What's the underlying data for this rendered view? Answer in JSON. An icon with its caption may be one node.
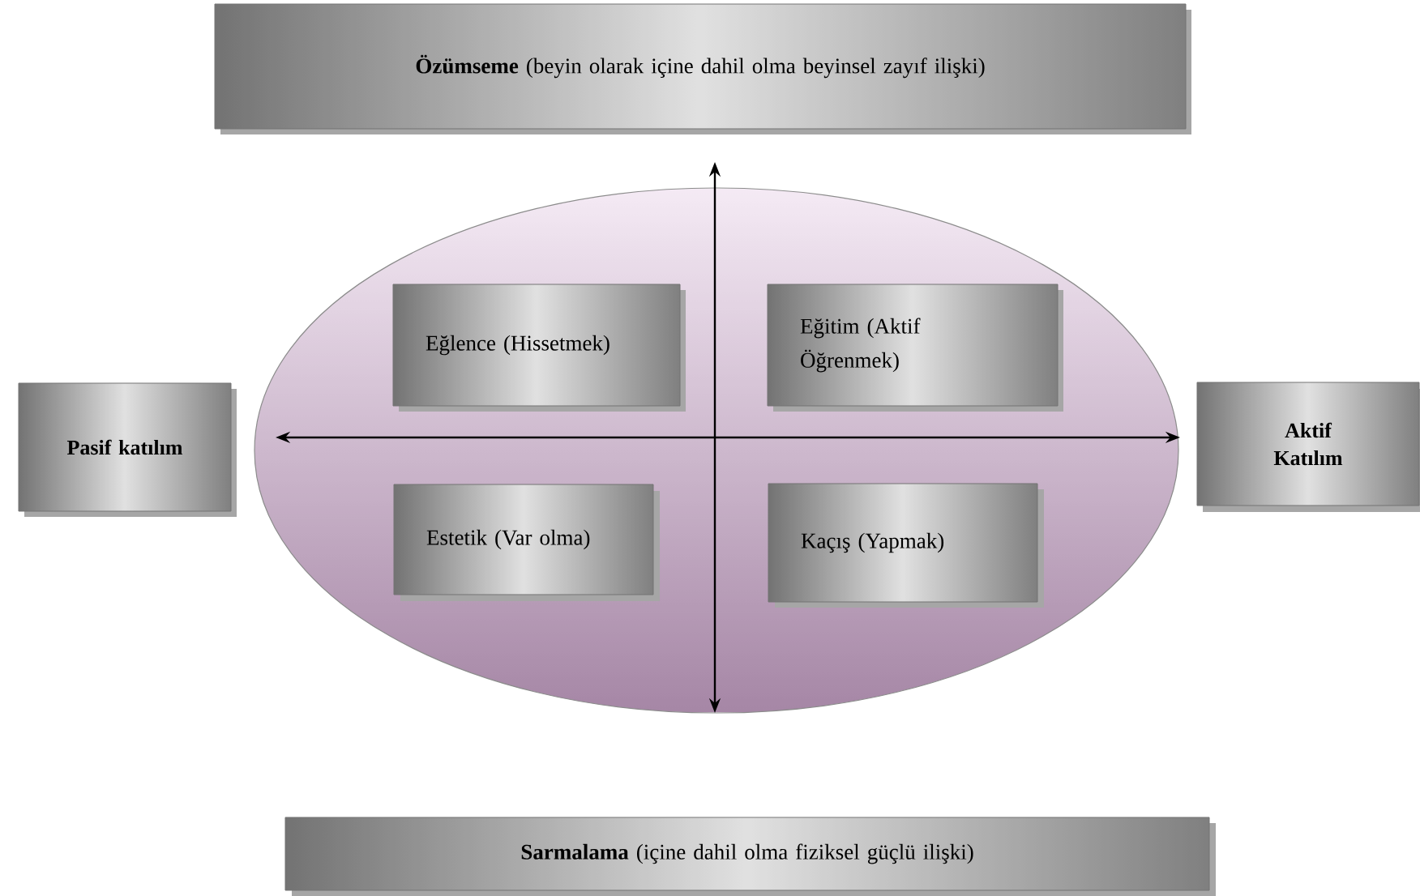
{
  "diagram": {
    "nodes": [
      {
        "text": [
          "**Özümseme** (beyin olarak içine dahil olma beyinsel zayıf ilişki)"
        ]
      },
      {
        "text": [
          "Pasif katılım"
        ]
      },
      {
        "text": [],
        "shape": "ellipse"
      },
      {
        "text": [
          "Eğlence (Hissetmek)"
        ],
        "in": 2
      },
      {
        "text": [
          "Eğitim (Aktif Öğrenmek)"
        ],
        "in": 2
      },
      {
        "text": [
          "Estetik (Var olma)"
        ],
        "in": 2
      },
      {
        "text": [
          "Kaçış (Yapmak)"
        ],
        "in": 2
      },
      {
        "text": [
          "Aktif Katılım"
        ]
      },
      {
        "text": [
          "**Sarmalama** (içine dahil olma fiziksel güçlü ilişki)"
        ]
      }
    ]
  }
}
